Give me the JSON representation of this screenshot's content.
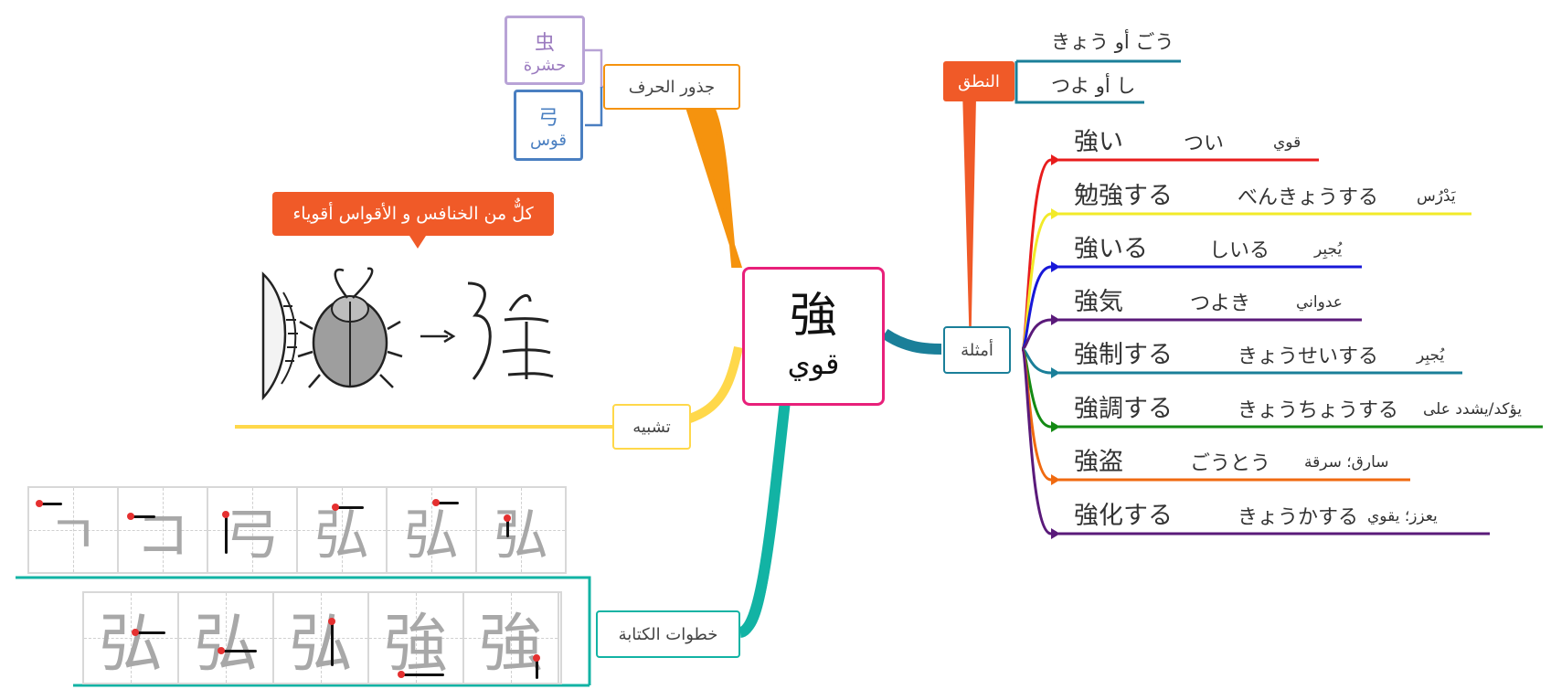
{
  "center": {
    "kanji": "強",
    "meaning": "قوي"
  },
  "colors": {
    "center_border": "#e8207a",
    "roots": "#f5930e",
    "examples": "#1a7f99",
    "analogy": "#ffd84a",
    "writing": "#12b3a4",
    "pronunciation": "#f05a28"
  },
  "roots": {
    "label": "جذور الحرف",
    "items": [
      {
        "kanji": "虫",
        "meaning": "حشرة",
        "color": "#9b7bbf"
      },
      {
        "kanji": "弓",
        "meaning": "قوس",
        "color": "#4a7fc1"
      }
    ]
  },
  "analogy": {
    "label": "تشبيه",
    "callout": "كلٌّ من الخنافس و الأقواس أقوياء",
    "image": "beetle-and-bow-to-kanji-illustration"
  },
  "writing": {
    "label": "خطوات الكتابة",
    "steps_top": [
      "ㄱ",
      "コ",
      "弓",
      "弘",
      "弘",
      "弘"
    ],
    "steps_bottom": [
      "弘",
      "弘",
      "弘",
      "強",
      "強"
    ]
  },
  "pronunciation": {
    "label": "النطق",
    "onyomi": "きょう  أو  ごう",
    "kunyomi": "つよ أو し"
  },
  "examples": {
    "label": "أمثلة",
    "items": [
      {
        "word": "強い",
        "reading": "つい",
        "meaning": "قوي",
        "color": "#e81c1c"
      },
      {
        "word": "勉強する",
        "reading": "べんきょうする",
        "meaning": "يَدْرُس",
        "color": "#f2ea28"
      },
      {
        "word": "強いる",
        "reading": "しいる",
        "meaning": "يُجبِر",
        "color": "#1818d8"
      },
      {
        "word": "強気",
        "reading": "つよき",
        "meaning": "عدواني",
        "color": "#5a1a7a"
      },
      {
        "word": "強制する",
        "reading": "きょうせいする",
        "meaning": "يُجبِر",
        "color": "#1a7f99"
      },
      {
        "word": "強調する",
        "reading": "きょうちょうする",
        "meaning": "يؤكد/يشدد على",
        "color": "#138a13"
      },
      {
        "word": "強盗",
        "reading": "ごうとう",
        "meaning": "سارق؛ سرقة",
        "color": "#f06a10"
      },
      {
        "word": "強化する",
        "reading": "きょうかする",
        "meaning": "يعزز؛ يقوي",
        "color": "#5a1a7a"
      }
    ]
  }
}
